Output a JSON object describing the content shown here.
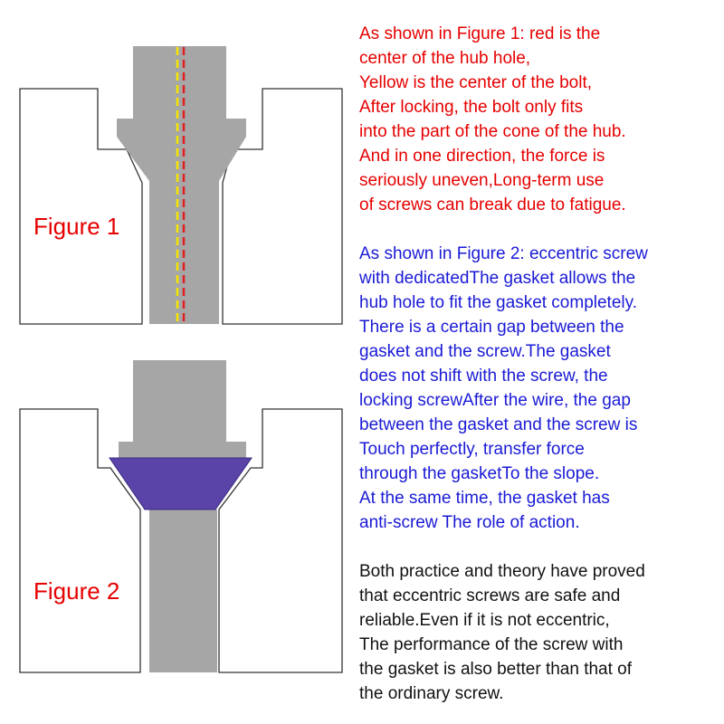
{
  "figures": {
    "figure1": {
      "label": "Figure 1"
    },
    "figure2": {
      "label": "Figure 2"
    }
  },
  "colors": {
    "label_red": "#e60000",
    "para1": "#e60000",
    "para2": "#1a1ad6",
    "para3": "#111111",
    "bolt_gray": "#a6a6a6",
    "gasket_purple": "#5a44a8",
    "hub_hole_center_line": "#e02020",
    "bolt_center_line": "#f5e600",
    "outline": "#333333"
  },
  "paragraphs": {
    "p1": [
      "As shown in Figure 1: red is the",
      "center of the hub hole,",
      "Yellow is the center of the bolt,",
      "After locking, the bolt only fits",
      "into the part of the cone of the hub.",
      "And in one direction, the force is",
      "seriously uneven,Long-term use",
      "of screws can break due to fatigue."
    ],
    "p2": [
      "As shown in Figure 2: eccentric screw",
      "with dedicatedThe gasket allows the",
      "hub hole to fit the gasket completely.",
      "There is a certain gap between the",
      "gasket and the screw.The gasket",
      "does not shift with the screw, the",
      "locking screwAfter the wire, the gap",
      "between the gasket and the screw is",
      "Touch perfectly, transfer force",
      "through the gasketTo the slope.",
      "At the same time, the gasket has",
      "anti-screw The role of action."
    ],
    "p3": [
      "Both practice and theory have proved",
      "that eccentric screws are safe and",
      "reliable.Even if it is not eccentric,",
      "The performance of the screw with",
      "the gasket is also better than that of",
      "the ordinary screw."
    ]
  }
}
